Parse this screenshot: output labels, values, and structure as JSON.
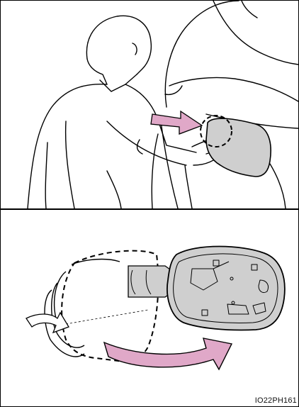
{
  "figure": {
    "code": "IO22PH161",
    "colors": {
      "arrow": "#e0a8c8",
      "panel": "#cfcfcf",
      "line": "#000000"
    },
    "steps": [
      {
        "icon": "press-fuel-door-illustration"
      },
      {
        "icon": "open-fuel-door-illustration"
      }
    ]
  }
}
